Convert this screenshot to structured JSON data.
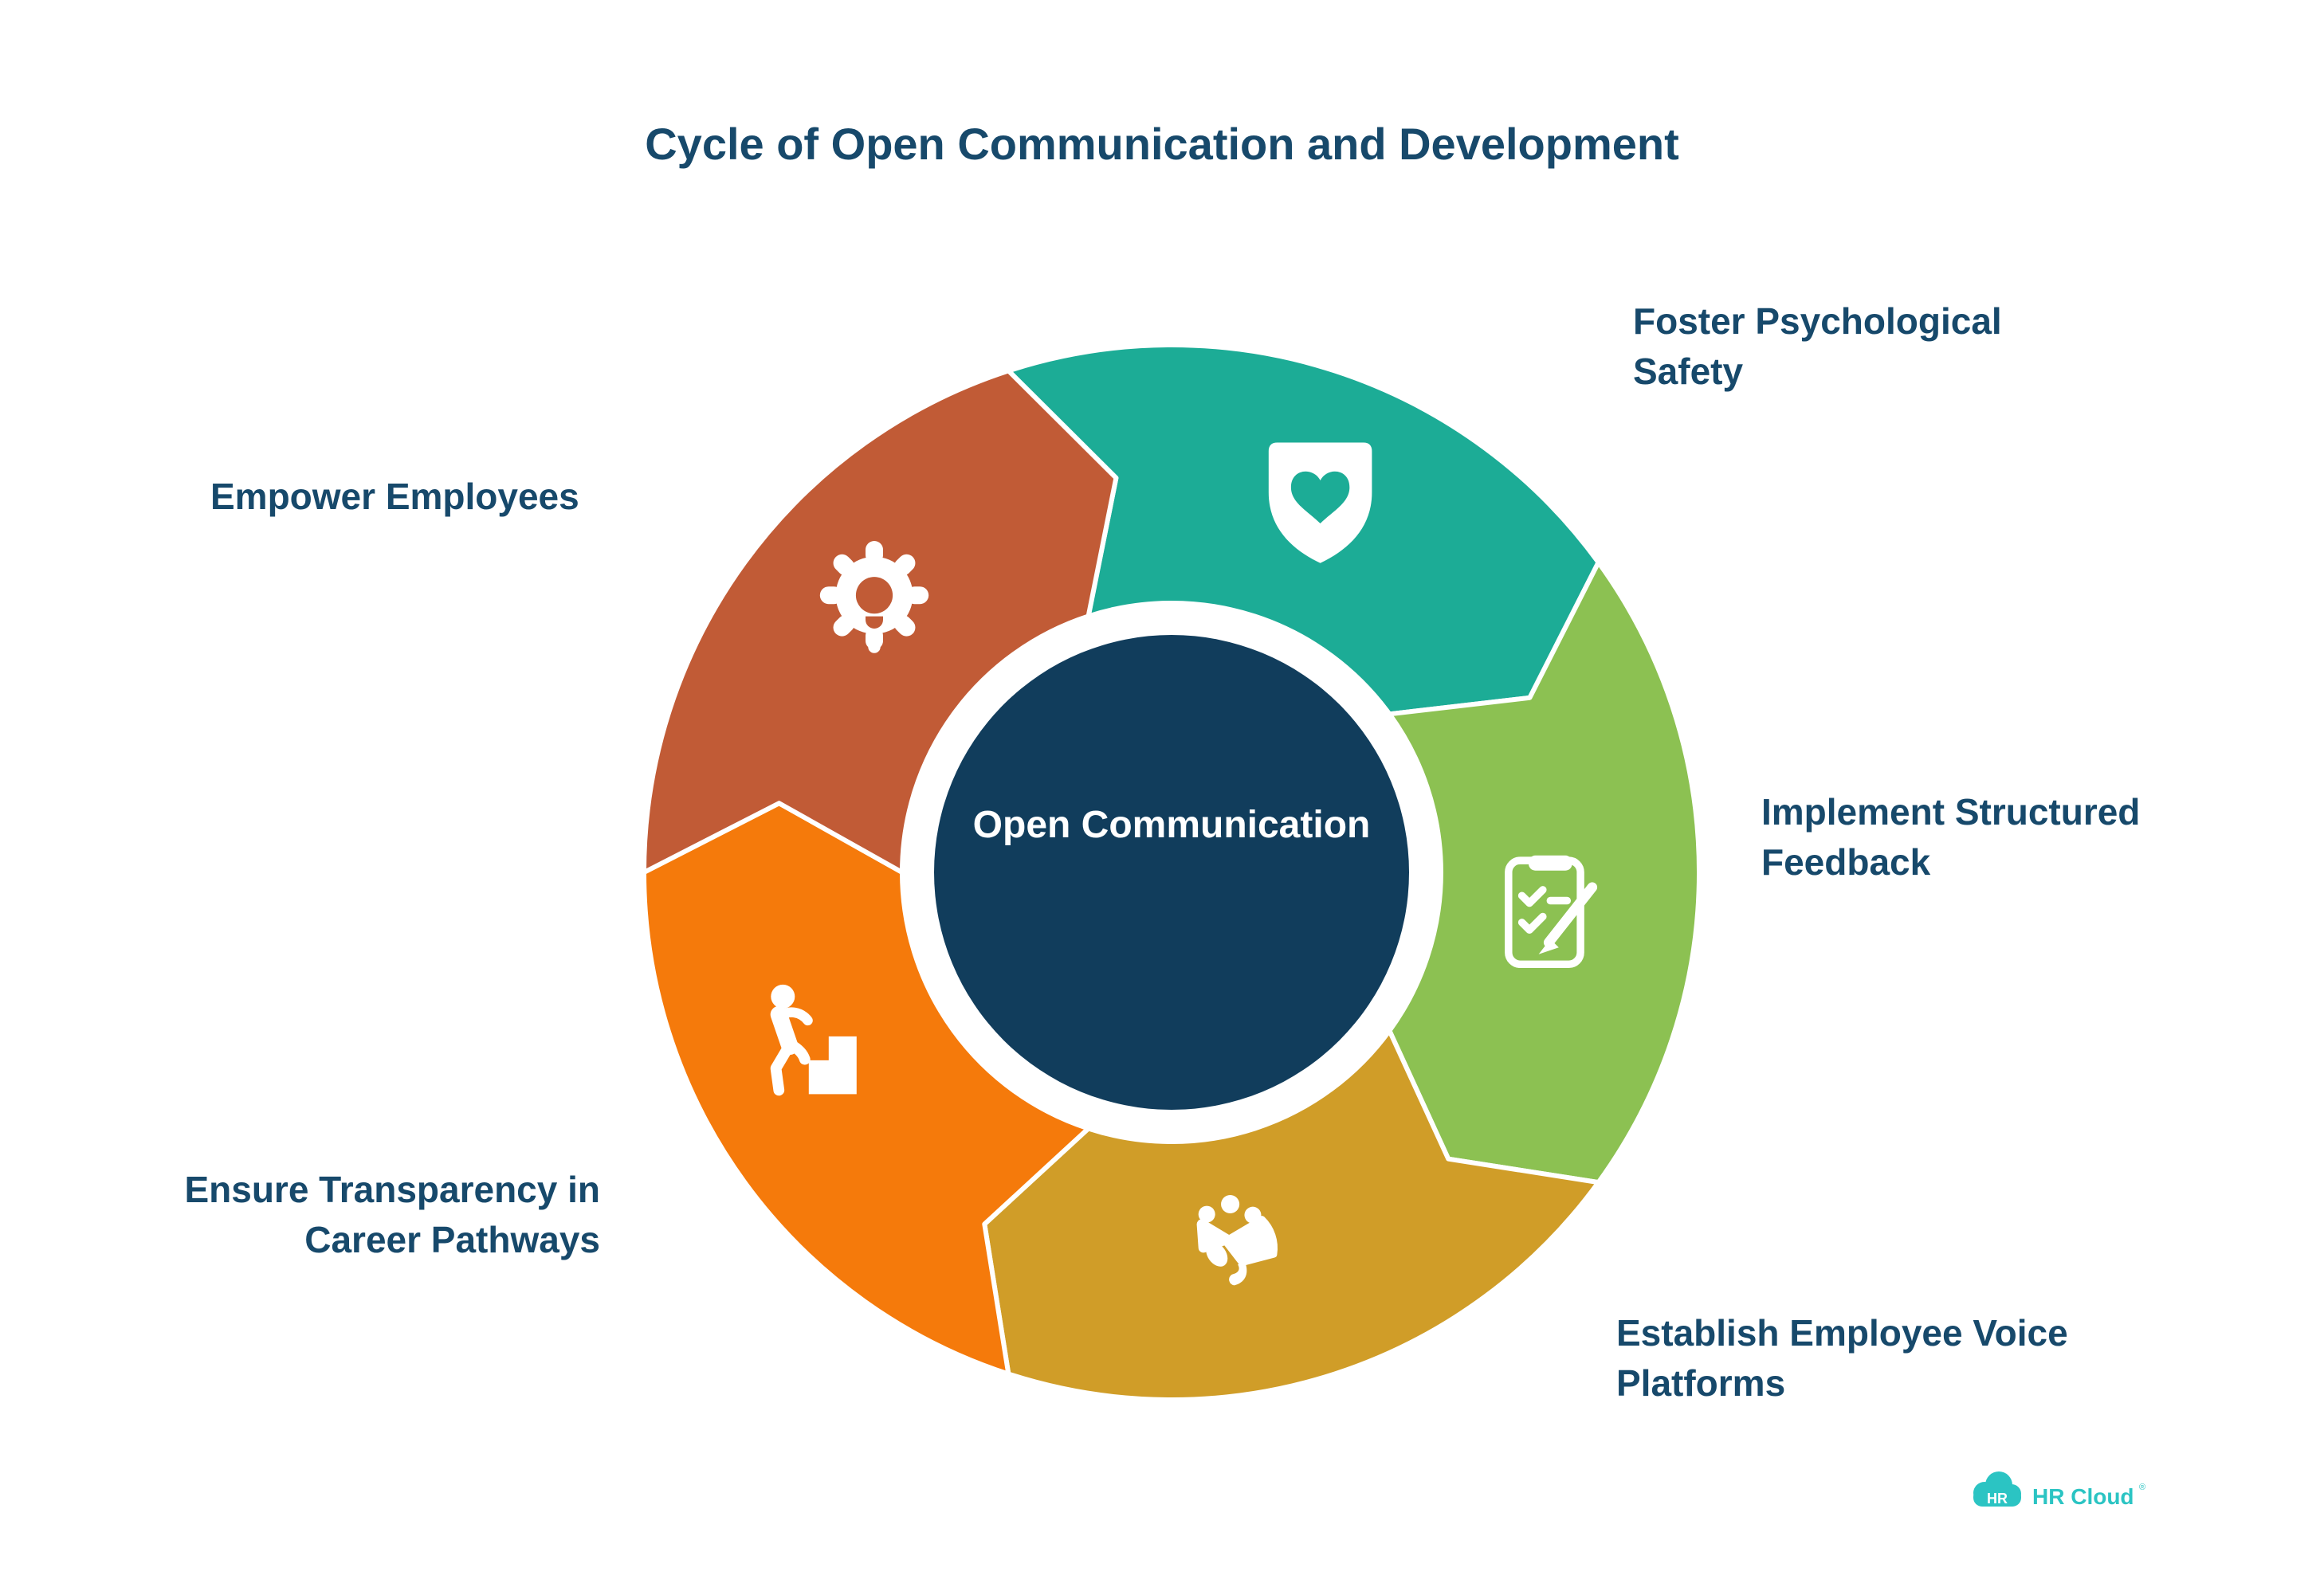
{
  "title": "Cycle of Open Communication and Development",
  "background_color": "#FFFFFF",
  "text_color": "#17496B",
  "center": {
    "label": "Open Communication",
    "bg_color": "#113D5C",
    "text_color": "#FFFFFF"
  },
  "segments": [
    {
      "label": "Foster Psychological Safety",
      "lines": [
        "Foster Psychological",
        "Safety"
      ],
      "color": "#1CAC96",
      "icon": "shield-heart-icon"
    },
    {
      "label": "Implement Structured Feedback",
      "lines": [
        "Implement Structured",
        "Feedback"
      ],
      "color": "#8CC152",
      "icon": "clipboard-checklist-pen-icon"
    },
    {
      "label": "Establish Employee Voice Platforms",
      "lines": [
        "Establish Employee Voice",
        "Platforms"
      ],
      "color": "#D09D28",
      "icon": "megaphone-icon"
    },
    {
      "label": "Ensure Transparency in Career Pathways",
      "lines": [
        "Ensure Transparency in",
        "Career Pathways"
      ],
      "color": "#F57A0B",
      "icon": "person-climbing-stairs-icon"
    },
    {
      "label": "Empower Employees",
      "lines": [
        "Empower Employees"
      ],
      "color": "#C15B36",
      "icon": "gear-icon"
    }
  ],
  "logo": {
    "badge_text": "HR",
    "brand_text": "HR Cloud",
    "registered_mark": "®",
    "color": "#2BC4C3"
  }
}
